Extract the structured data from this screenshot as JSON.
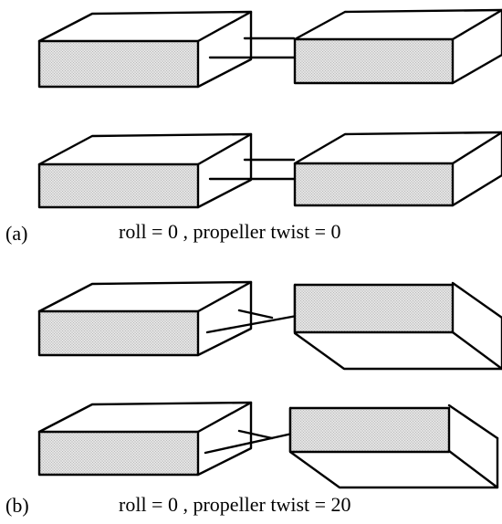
{
  "panels": [
    {
      "label": "(a)",
      "caption": "roll = 0 , propeller twist = 0"
    },
    {
      "label": "(b)",
      "caption": "roll = 0 , propeller twist = 20"
    }
  ],
  "colors": {
    "stroke": "#000000",
    "face_fill": "#d9d9d9",
    "stipple": "#8c8c8c",
    "background": "#ffffff"
  }
}
